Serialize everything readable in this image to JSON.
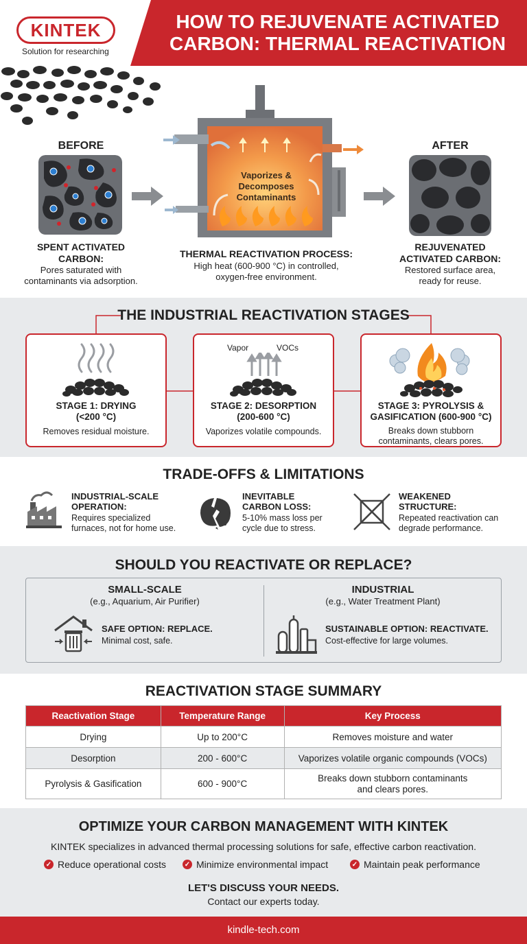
{
  "brand": {
    "logo": "KINTEK",
    "tagline": "Solution for researching",
    "title_line1": "HOW TO REJUVENATE ACTIVATED",
    "title_line2": "CARBON: THERMAL REACTIVATION",
    "color_primary": "#c9262c"
  },
  "process": {
    "before_label": "BEFORE",
    "after_label": "AFTER",
    "furnace_text_line1": "Vaporizes &",
    "furnace_text_line2": "Decomposes",
    "furnace_text_line3": "Contaminants",
    "spent_title_line1": "SPENT ACTIVATED",
    "spent_title_line2": "CARBON:",
    "spent_desc_line1": "Pores saturated with",
    "spent_desc_line2": "contaminants via adsorption.",
    "thermal_title": "THERMAL REACTIVATION PROCESS:",
    "thermal_desc_line1": "High heat (600-900 °C) in controlled,",
    "thermal_desc_line2": "oxygen-free environment.",
    "rejuv_title_line1": "REJUVENATED",
    "rejuv_title_line2": "ACTIVATED CARBON:",
    "rejuv_desc_line1": "Restored surface area,",
    "rejuv_desc_line2": "ready for reuse."
  },
  "stages": {
    "title": "THE INDUSTRIAL REACTIVATION STAGES",
    "items": [
      {
        "title_line1": "STAGE 1: DRYING",
        "title_line2": "(<200 °C)",
        "desc_line1": "Removes residual moisture.",
        "desc_line2": ""
      },
      {
        "title_line1": "STAGE 2: DESORPTION",
        "title_line2": "(200-600 °C)",
        "desc_line1": "Vaporizes volatile compounds.",
        "desc_line2": "",
        "label_a": "Vapor",
        "label_b": "VOCs"
      },
      {
        "title_line1": "STAGE 3: PYROLYSIS &",
        "title_line2": "GASIFICATION (600-900 °C)",
        "desc_line1": "Breaks down stubborn",
        "desc_line2": "contaminants, clears pores."
      }
    ]
  },
  "tradeoffs": {
    "title": "TRADE-OFFS & LIMITATIONS",
    "items": [
      {
        "icon": "factory-icon",
        "title_line1": "INDUSTRIAL-SCALE",
        "title_line2": "OPERATION:",
        "desc_line1": "Requires specialized",
        "desc_line2": "furnaces, not for home use."
      },
      {
        "icon": "broken-pellet-icon",
        "title_line1": "INEVITABLE",
        "title_line2": "CARBON LOSS:",
        "desc_line1": "5-10% mass loss per",
        "desc_line2": "cycle due to stress."
      },
      {
        "icon": "weakened-structure-icon",
        "title_line1": "WEAKENED",
        "title_line2": "STRUCTURE:",
        "desc_line1": "Repeated reactivation can",
        "desc_line2": "degrade performance."
      }
    ]
  },
  "decision": {
    "title": "SHOULD YOU REACTIVATE OR REPLACE?",
    "left": {
      "heading": "SMALL-SCALE",
      "sub": "(e.g., Aquarium, Air Purifier)",
      "option": "SAFE OPTION: REPLACE.",
      "desc": "Minimal cost, safe."
    },
    "right": {
      "heading": "INDUSTRIAL",
      "sub": "(e.g., Water Treatment Plant)",
      "option": "SUSTAINABLE OPTION: REACTIVATE.",
      "desc": "Cost-effective for large volumes."
    }
  },
  "summary": {
    "title": "REACTIVATION STAGE SUMMARY",
    "headers": [
      "Reactivation Stage",
      "Temperature Range",
      "Key Process"
    ],
    "rows": [
      [
        "Drying",
        "Up to 200°C",
        "Removes moisture and water",
        ""
      ],
      [
        "Desorption",
        "200 - 600°C",
        "Vaporizes volatile organic compounds (VOCs)",
        ""
      ],
      [
        "Pyrolysis & Gasification",
        "600 - 900°C",
        "Breaks down stubborn contaminants",
        "and clears pores."
      ]
    ]
  },
  "cta": {
    "title": "OPTIMIZE YOUR CARBON MANAGEMENT WITH KINTEK",
    "desc": "KINTEK specializes in advanced thermal processing solutions for safe, effective carbon reactivation.",
    "bullets": [
      "Reduce operational costs",
      "Minimize environmental impact",
      "Maintain peak performance"
    ],
    "sub": "LET'S DISCUSS YOUR NEEDS.",
    "contact": "Contact our experts today."
  },
  "footer": {
    "url": "kindle-tech.com"
  }
}
